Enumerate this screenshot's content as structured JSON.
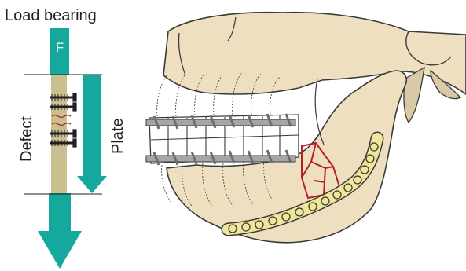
{
  "diagram": {
    "title": "Load bearing",
    "force_label": "F",
    "defect_label": "Defect",
    "plate_label": "Plate",
    "colors": {
      "force_arrow": "#14a99c",
      "bone_shaft": "#c9c08f",
      "bone_fill": "#eedfc0",
      "bone_outline": "#3a3a3a",
      "plate": "#efe69a",
      "fracture": "#b32025",
      "wire": "#9a9a9a",
      "text": "#231f20"
    }
  }
}
